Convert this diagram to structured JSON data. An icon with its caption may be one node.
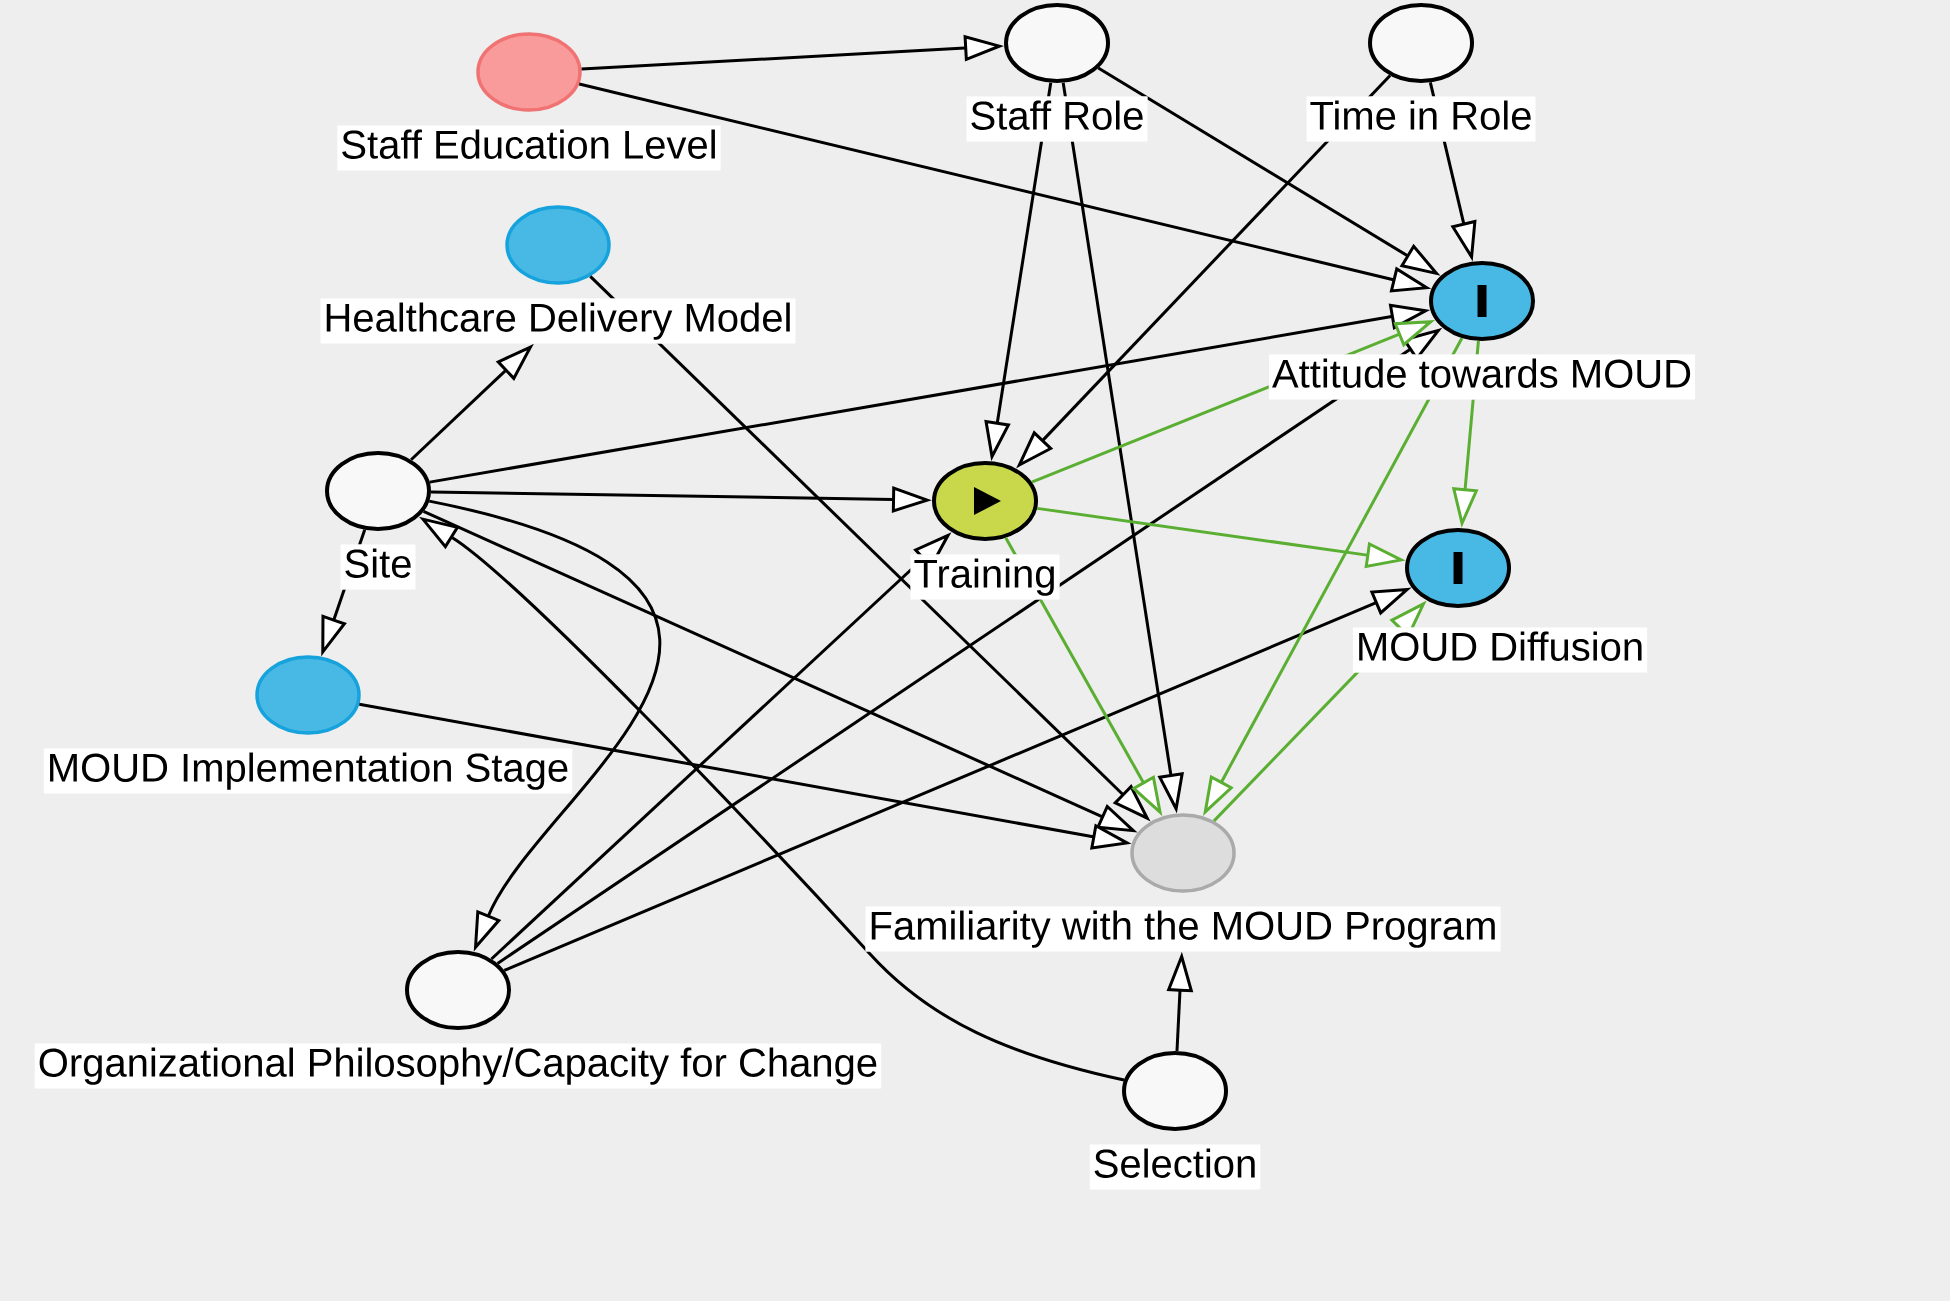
{
  "diagram": {
    "nodes": [
      {
        "text": [
          "Staff Education Level"
        ]
      },
      {
        "text": [
          "Staff Role"
        ]
      },
      {
        "text": [
          "Time in Role"
        ]
      },
      {
        "text": [
          "Healthcare Delivery Model"
        ]
      },
      {
        "text": [
          "Attitude towards MOUD"
        ]
      },
      {
        "text": [
          "Site"
        ]
      },
      {
        "text": [
          "Training"
        ]
      },
      {
        "text": [
          "MOUD Diffusion"
        ]
      },
      {
        "text": [
          "MOUD Implementation Stage"
        ]
      },
      {
        "text": [
          "Familiarity with the MOUD Program"
        ]
      },
      {
        "text": [
          "Organizational Philosophy/Capacity for Change"
        ]
      },
      {
        "text": [
          "Selection"
        ]
      }
    ],
    "edges": [
      {
        "from": 0,
        "to": 1,
        "arrow": "to"
      },
      {
        "from": 0,
        "to": 4,
        "arrow": "to"
      },
      {
        "from": 1,
        "to": 4,
        "arrow": "to"
      },
      {
        "from": 1,
        "to": 6,
        "arrow": "to"
      },
      {
        "from": 1,
        "to": 9,
        "arrow": "to"
      },
      {
        "from": 2,
        "to": 4,
        "arrow": "to"
      },
      {
        "from": 2,
        "to": 6,
        "arrow": "to"
      },
      {
        "from": 5,
        "to": 3,
        "arrow": "to"
      },
      {
        "from": 3,
        "to": 9,
        "arrow": "to"
      },
      {
        "from": 5,
        "to": 4,
        "arrow": "to"
      },
      {
        "from": 5,
        "to": 6,
        "arrow": "to"
      },
      {
        "from": 5,
        "to": 9,
        "arrow": "to"
      },
      {
        "from": 5,
        "to": 8,
        "arrow": "to"
      },
      {
        "from": 5,
        "to": 10,
        "arrow": "to"
      },
      {
        "from": 11,
        "to": 5,
        "arrow": "to"
      },
      {
        "from": 8,
        "to": 9,
        "arrow": "to"
      },
      {
        "from": 10,
        "to": 6,
        "arrow": "to"
      },
      {
        "from": 10,
        "to": 4,
        "arrow": "to"
      },
      {
        "from": 10,
        "to": 7,
        "arrow": "to"
      },
      {
        "from": 6,
        "to": 4,
        "arrow": "to",
        "color": "#5aaf32"
      },
      {
        "from": 6,
        "to": 7,
        "arrow": "to",
        "color": "#5aaf32"
      },
      {
        "from": 6,
        "to": 9,
        "arrow": "to",
        "color": "#5aaf32"
      },
      {
        "from": 4,
        "to": 7,
        "arrow": "to",
        "color": "#5aaf32"
      },
      {
        "from": 4,
        "to": 9,
        "arrow": "to",
        "color": "#5aaf32"
      },
      {
        "from": 9,
        "to": 7,
        "arrow": "to",
        "color": "#5aaf32"
      },
      {
        "from": 11,
        "to": 9,
        "arrow": "to"
      }
    ]
  }
}
